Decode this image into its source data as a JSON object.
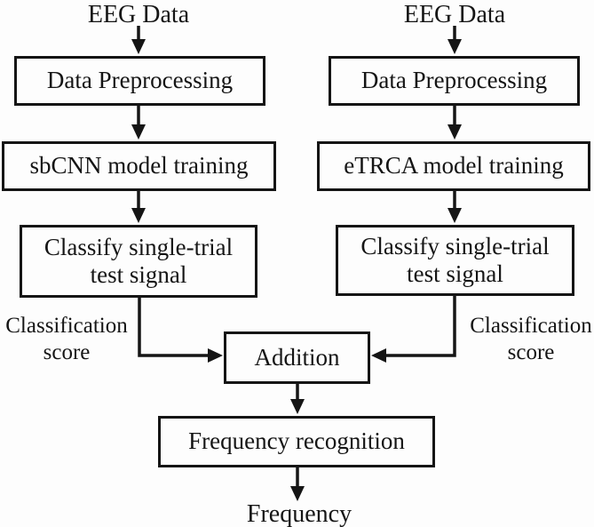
{
  "palette": {
    "background": "#fdfdfd",
    "ink": "#151515"
  },
  "left_pipeline": {
    "input": "EEG Data",
    "preprocess": "Data Preprocessing",
    "train": "sbCNN model training",
    "classify_line1": "Classify single-trial",
    "classify_line2": "test signal",
    "score_line1": "Classification",
    "score_line2": "score"
  },
  "right_pipeline": {
    "input": "EEG Data",
    "preprocess": "Data Preprocessing",
    "train": "eTRCA model training",
    "classify_line1": "Classify single-trial",
    "classify_line2": "test signal",
    "score_line1": "Classification",
    "score_line2": "score"
  },
  "fusion": {
    "addition": "Addition",
    "recognition": "Frequency recognition",
    "output": "Frequency"
  }
}
